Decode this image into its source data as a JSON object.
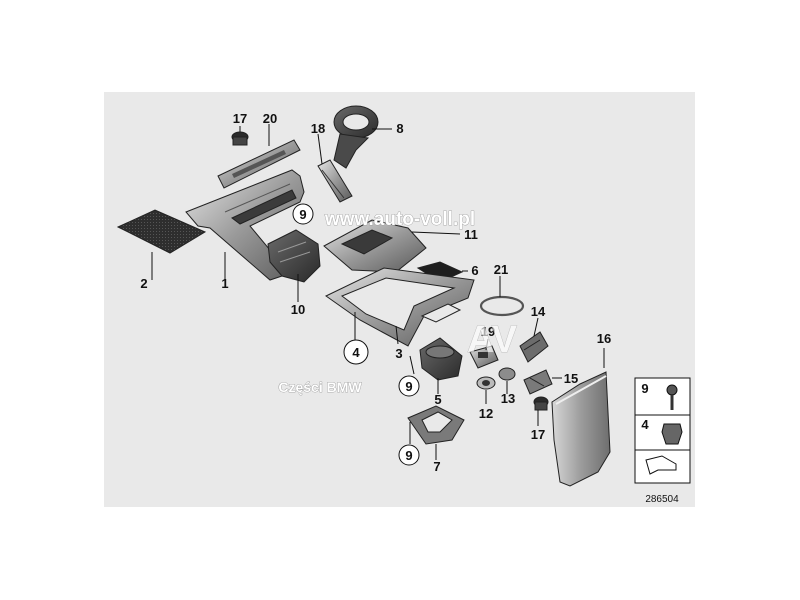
{
  "diagram_id": "286504",
  "watermarks": {
    "site": "www.auto-voll.pl",
    "parts": "Części BMW",
    "logo": "AV"
  },
  "callouts": {
    "c1": "1",
    "c2": "2",
    "c3": "3",
    "c4": "4",
    "c5": "5",
    "c6": "6",
    "c7": "7",
    "c8": "8",
    "c9a": "9",
    "c9b": "9",
    "c9c": "9",
    "c10": "10",
    "c11": "11",
    "c12": "12",
    "c13": "13",
    "c14": "14",
    "c15": "15",
    "c16": "16",
    "c17a": "17",
    "c17b": "17",
    "c18": "18",
    "c19": "19",
    "c20": "20",
    "c21": "21"
  },
  "legend": {
    "screw_label": "9",
    "clip_label": "4"
  },
  "colors": {
    "trim_dark": "#4a4a4a",
    "trim_mid": "#8a8a8a",
    "trim_light": "#d9d9d9",
    "panel_bg": "#e9e9e9",
    "line": "#111111"
  }
}
